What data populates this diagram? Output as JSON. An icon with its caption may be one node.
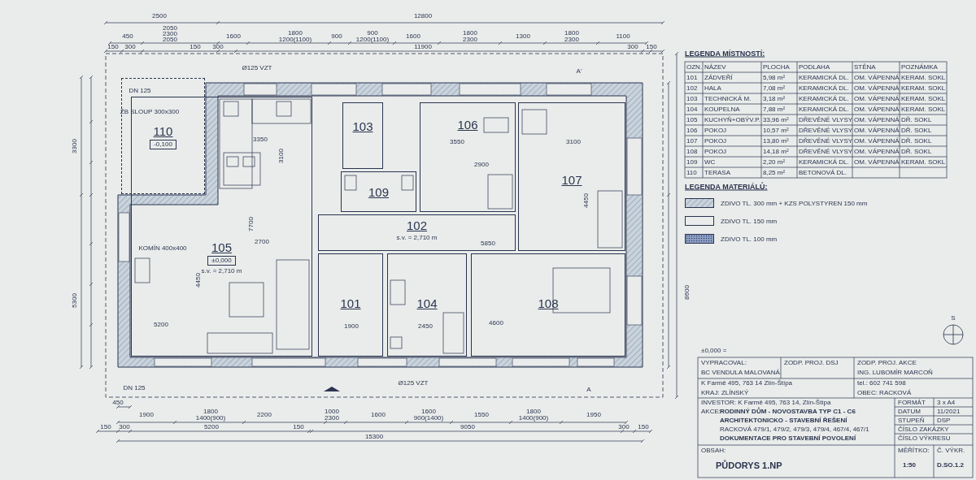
{
  "diagram": {
    "nodes": [
      {
        "text": [
          "101"
        ]
      },
      {
        "text": [
          "102",
          "s.v. = 2,710 m"
        ]
      },
      {
        "text": [
          "103"
        ]
      },
      {
        "text": [
          "104"
        ]
      },
      {
        "text": [
          "105",
          "±0,000",
          "s.v. = 2,710 m"
        ]
      },
      {
        "text": [
          "106"
        ]
      },
      {
        "text": [
          "107"
        ]
      },
      {
        "text": [
          "108"
        ]
      },
      {
        "text": [
          "109"
        ]
      },
      {
        "text": [
          "110",
          "-0,100"
        ]
      }
    ],
    "labels": [
      "2500",
      "12800",
      "450",
      "2050",
      "2300",
      "2050",
      "1600",
      "1800",
      "1200(1100)",
      "900",
      "900",
      "1200(1100)",
      "1600",
      "1800",
      "2300",
      "1300",
      "1800",
      "2300",
      "1100",
      "150",
      "300",
      "150",
      "300",
      "11900",
      "300",
      "150",
      "DN 125",
      "ŽB SLOUP 300x300",
      "Ø125 VZT",
      "A'",
      "KOMÍN 400x400",
      "Ø125 VZT",
      "DN 125",
      "A",
      "S",
      "3350",
      "3100",
      "3550",
      "3100",
      "2900",
      "2700",
      "5200",
      "1900",
      "2450",
      "4600",
      "5850",
      "4450",
      "7700",
      "4450",
      "450",
      "1900",
      "1800",
      "1400(900)",
      "2200",
      "1000",
      "2300",
      "1600",
      "1600",
      "900(1400)",
      "1550",
      "1800",
      "1400(900)",
      "1950",
      "150",
      "300",
      "5200",
      "150",
      "9050",
      "300",
      "150",
      "15300",
      "3300",
      "5300",
      "8600",
      "LEGENDA MÍSTNOSTÍ:",
      "OZN.",
      "NÁZEV",
      "PLOCHA",
      "PODLAHA",
      "STĚNA",
      "POZNÁMKA",
      "101",
      "ZÁDVEŘÍ",
      "5,98 m²",
      "KERAMICKÁ DL.",
      "OM. VÁPENNÁ",
      "KERAM. SOKL",
      "102",
      "HALA",
      "7,08 m²",
      "KERAMICKÁ DL.",
      "OM. VÁPENNÁ",
      "KERAM. SOKL",
      "103",
      "TECHNICKÁ M.",
      "3,18 m²",
      "KERAMICKÁ DL.",
      "OM. VÁPENNÁ",
      "KERAM. SOKL",
      "104",
      "KOUPELNA",
      "7,88 m²",
      "KERAMICKÁ DL.",
      "OM. VÁPENNÁ",
      "KERAM. SOKL",
      "105",
      "KUCHYŇ+OBÝV.P.",
      "33,96 m²",
      "DŘEVĚNÉ VLYSY",
      "OM. VÁPENNÁ",
      "DŘ. SOKL",
      "106",
      "POKOJ",
      "10,57 m²",
      "DŘEVĚNÉ VLYSY",
      "OM. VÁPENNÁ",
      "DŘ. SOKL",
      "107",
      "POKOJ",
      "13,80 m²",
      "DŘEVĚNÉ VLYSY",
      "OM. VÁPENNÁ",
      "DŘ. SOKL",
      "108",
      "POKOJ",
      "14,18 m²",
      "DŘEVĚNÉ VLYSY",
      "OM. VÁPENNÁ",
      "DŘ. SOKL",
      "109",
      "WC",
      "2,20 m²",
      "KERAMICKÁ DL.",
      "OM. VÁPENNÁ",
      "KERAM. SOKL",
      "110",
      "TERASA",
      "8,25 m²",
      "BETONOVÁ DL.",
      "LEGENDA MATERIÁLŮ:",
      "±0,000 =",
      "VYPRACOVAL:",
      "ZODP. PROJ. DSJ",
      "ZODP. PROJ. AKCE",
      "BC VENDULA MALOVANÁ",
      "ING. LUBOMÍR MARCOŇ",
      "K Farmě 495, 763 14 Zlín-Štípa",
      "tel.: 602 741 598",
      "KRAJ: ZLÍNSKÝ",
      "OBEC: RACKOVÁ",
      "INVESTOR: K Farmě 495, 763 14, Zlín-Štípa",
      "FORMÁT",
      "3 x A4",
      "AKCE:",
      "RODINNÝ DŮM - NOVOSTAVBA TYP C1 - C6",
      "DATUM",
      "11/2021",
      "ARCHITEKTONICKO - STAVEBNÍ ŘEŠENÍ",
      "STUPEŇ",
      "DSP",
      "RACKOVÁ 479/1, 479/2, 479/3, 479/4, 467/4, 467/1",
      "ČÍSLO ZAKÁZKY",
      "DOKUMENTACE PRO STAVEBNÍ POVOLENÍ",
      "ČÍSLO VÝKRESU",
      "OBSAH:",
      "MĚŘÍTKO:",
      "Č. VÝKR.",
      "PŮDORYS 1.NP",
      "1:50",
      "D.SO.1.2"
    ],
    "legend": [
      {
        "text": "ZDIVO TL. 300 mm + KZS POLYSTYREN 150 mm"
      },
      {
        "text": "ZDIVO TL. 150 mm"
      },
      {
        "text": "ZDIVO TL. 100 mm"
      }
    ]
  }
}
